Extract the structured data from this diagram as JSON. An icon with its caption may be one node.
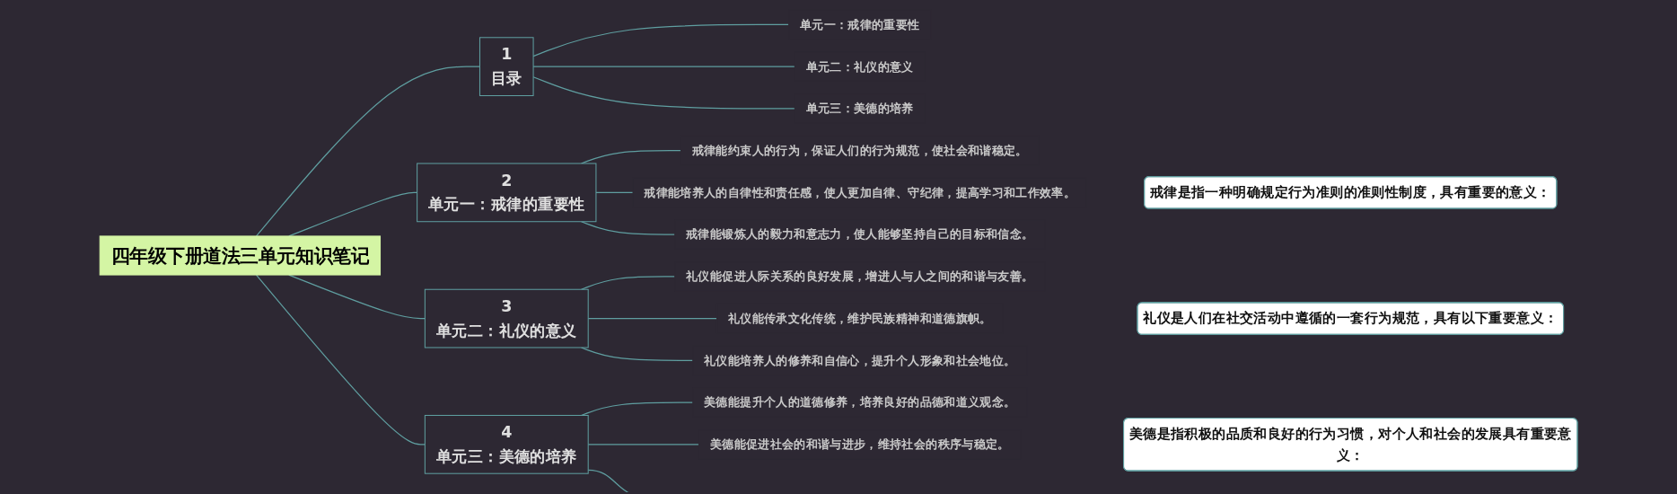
{
  "diagram": {
    "nodes": [
      {
        "text": [
          "四年级下册道法三单元知识笔记"
        ]
      },
      {
        "text": [
          "1",
          "目录"
        ]
      },
      {
        "text": [
          "单元一：戒律的重要性"
        ]
      },
      {
        "text": [
          "单元二：礼仪的意义"
        ]
      },
      {
        "text": [
          "单元三：美德的培养"
        ]
      },
      {
        "text": [
          "2",
          "单元一：戒律的重要性"
        ]
      },
      {
        "text": [
          "戒律能约束人的行为，保证人们的行为规范，使社会和谐稳定。"
        ]
      },
      {
        "text": [
          "戒律能培养人的自律性和责任感，使人更加自律、守纪律，提高学习和工作效率。"
        ]
      },
      {
        "text": [
          "戒律能锻炼人的毅力和意志力，使人能够坚持自己的目标和信念。"
        ]
      },
      {
        "text": [
          "戒律是指一种明确规定行为准则的准则性制度，具有重要的意义："
        ]
      },
      {
        "text": [
          "3",
          "单元二：礼仪的意义"
        ]
      },
      {
        "text": [
          "礼仪能促进人际关系的良好发展，增进人与人之间的和谐与友善。"
        ]
      },
      {
        "text": [
          "礼仪能传承文化传统，维护民族精神和道德旗帜。"
        ]
      },
      {
        "text": [
          "礼仪能培养人的修养和自信心，提升个人形象和社会地位。"
        ]
      },
      {
        "text": [
          "礼仪是人们在社交活动中遵循的一套行为规范，具有以下重要意义："
        ]
      },
      {
        "text": [
          "4",
          "单元三：美德的培养"
        ]
      },
      {
        "text": [
          "美德能提升个人的道德修养，培养良好的品德和道义观念。"
        ]
      },
      {
        "text": [
          "美德能促进社会的和谐与进步，维持社会的秩序与稳定。"
        ]
      },
      {
        "text": [
          "美德是指积极的品质和良好的行为习惯，对个人和社会的发展具有重要意义："
        ]
      }
    ],
    "edges": [
      {
        "from": 0,
        "to": 1,
        "arrow": "none"
      },
      {
        "from": 1,
        "to": 2,
        "arrow": "none"
      },
      {
        "from": 1,
        "to": 3,
        "arrow": "none"
      },
      {
        "from": 1,
        "to": 4,
        "arrow": "none"
      },
      {
        "from": 0,
        "to": 5,
        "arrow": "none"
      },
      {
        "from": 5,
        "to": 6,
        "arrow": "none"
      },
      {
        "from": 5,
        "to": 7,
        "arrow": "none"
      },
      {
        "from": 5,
        "to": 8,
        "arrow": "none"
      },
      {
        "from": 0,
        "to": 10,
        "arrow": "none"
      },
      {
        "from": 10,
        "to": 11,
        "arrow": "none"
      },
      {
        "from": 10,
        "to": 12,
        "arrow": "none"
      },
      {
        "from": 10,
        "to": 13,
        "arrow": "none"
      },
      {
        "from": 0,
        "to": 15,
        "arrow": "none"
      },
      {
        "from": 15,
        "to": 16,
        "arrow": "none"
      },
      {
        "from": 15,
        "to": 17,
        "arrow": "none"
      },
      {
        "from": 15,
        "to": null,
        "arrow": "none"
      }
    ]
  }
}
